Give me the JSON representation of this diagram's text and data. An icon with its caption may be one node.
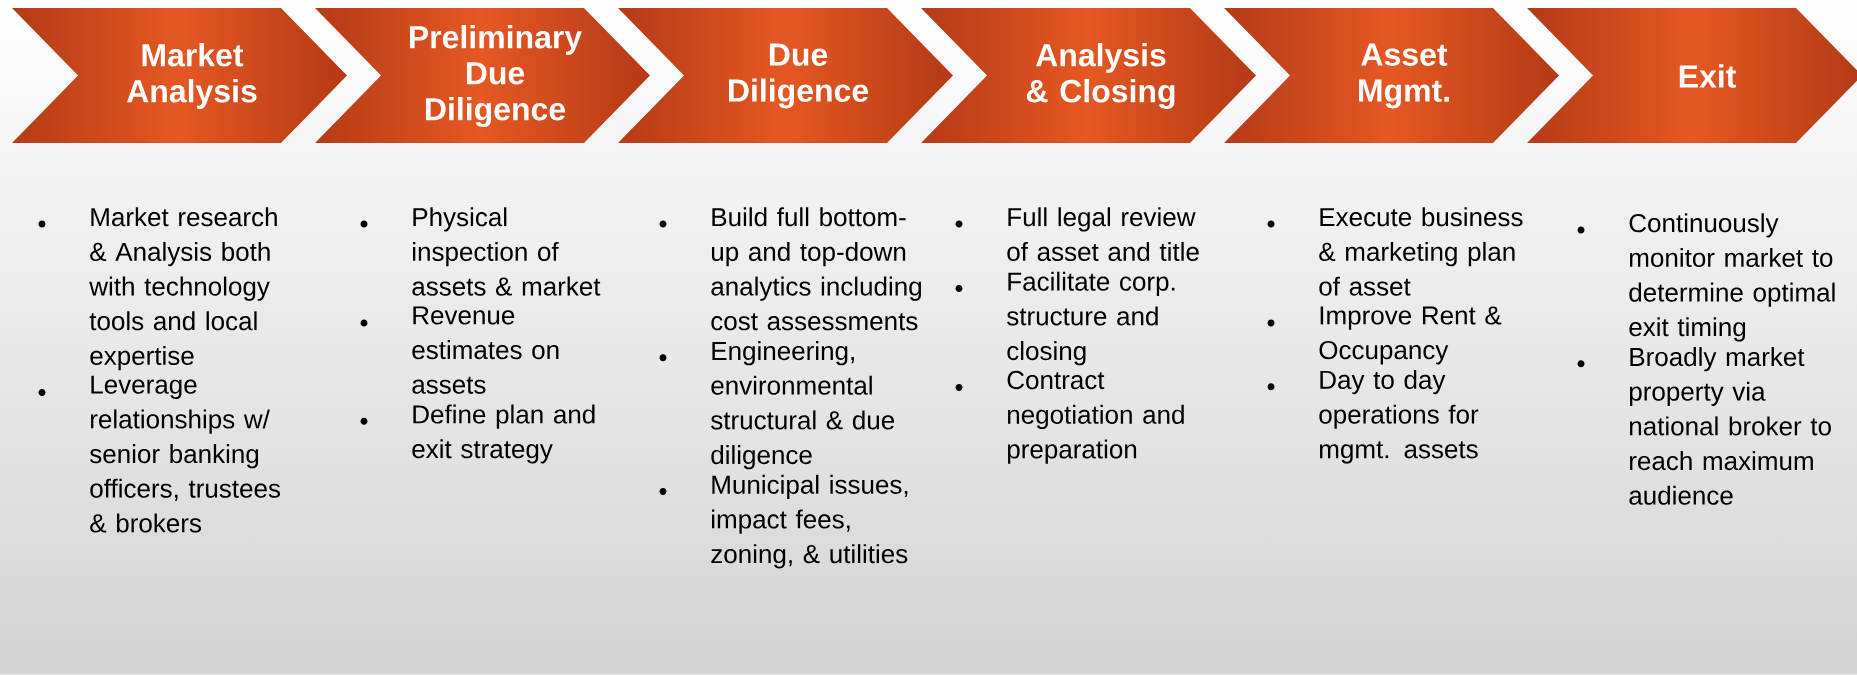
{
  "diagram": {
    "nodes": [
      {
        "text": [
          "Market Analysis"
        ],
        "beside": [
          "Market research & Analysis both with technology tools and local expertise",
          "Leverage relationships w/ senior banking officers, trustees & brokers"
        ]
      },
      {
        "text": [
          "Preliminary Due Diligence"
        ],
        "beside": [
          "Physical inspection of assets & market",
          "Revenue estimates on assets",
          "Define plan and exit strategy"
        ]
      },
      {
        "text": [
          "Due Diligence"
        ],
        "beside": [
          "Build full bottom-up and top-down analytics including cost assessments",
          "Engineering, environmental structural & due diligence",
          "Municipal issues, impact fees, zoning, & utilities"
        ]
      },
      {
        "text": [
          "Analysis & Closing"
        ],
        "beside": [
          "Full legal review of asset and title",
          "Facilitate corp. structure and closing",
          "Contract negotiation and preparation"
        ]
      },
      {
        "text": [
          "Asset Mgmt."
        ],
        "beside": [
          "Execute business & marketing plan of asset",
          "Improve Rent & Occupancy",
          "Day to day operations for mgmt. assets"
        ]
      },
      {
        "text": [
          "Exit"
        ],
        "beside": [
          "Continuously monitor market to determine optimal exit timing",
          "Broadly market property via national broker to reach maximum audience"
        ]
      }
    ]
  }
}
